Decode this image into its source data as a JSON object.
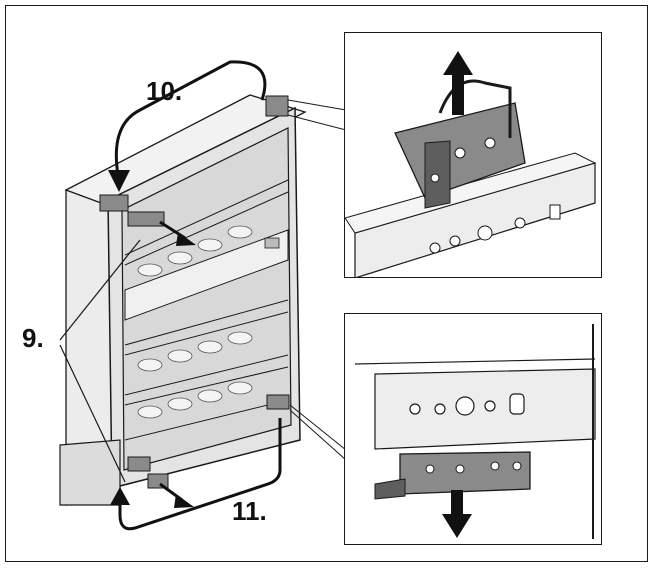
{
  "steps": {
    "step_9": "9.",
    "step_10": "10.",
    "step_11": "11."
  },
  "colors": {
    "line": "#1a1a1a",
    "bracket": "#8a8a8a",
    "bracket_dark": "#5e5e5e",
    "panel": "#e9e9e9",
    "glass": "#d8d8d8"
  },
  "icons": [
    "arrow-up-icon",
    "arrow-down-icon",
    "arrow-curved-icon",
    "mounting-bracket-icon"
  ]
}
